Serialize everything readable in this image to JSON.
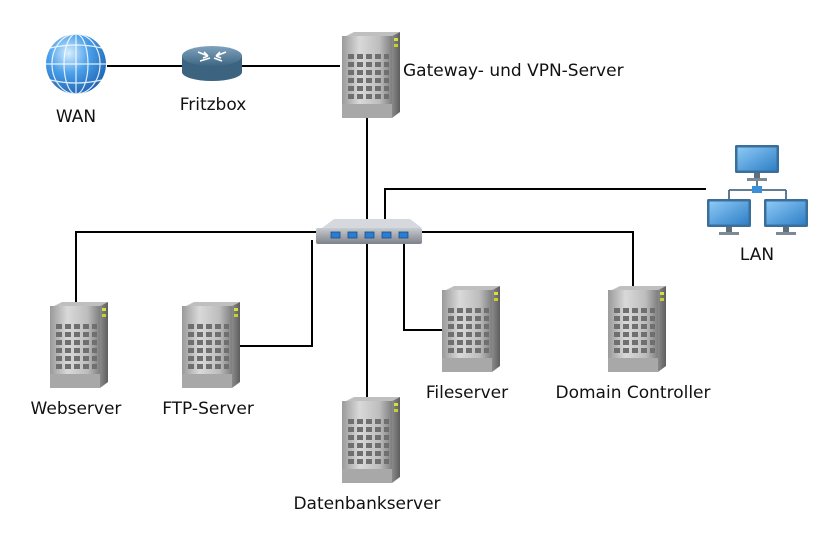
{
  "colors": {
    "line": "#000000",
    "label": "#111111",
    "server_dark": "#8c8c8c",
    "server_light": "#e4e4e4",
    "server_led": "#d6e03a",
    "globe_blue": "#2f86d8",
    "router_blue": "#4f7a96",
    "monitor_blue": "#3a8fd6"
  },
  "icons": {
    "wan": "globe-icon",
    "fritzbox": "router-icon",
    "switch": "network-switch-icon",
    "lan": "lan-computers-icon",
    "server": "server-tower-icon"
  },
  "nodes": {
    "wan": {
      "label": "WAN"
    },
    "fritzbox": {
      "label": "Fritzbox"
    },
    "gateway": {
      "label": "Gateway- und VPN-Server"
    },
    "lan": {
      "label": "LAN"
    },
    "webserver": {
      "label": "Webserver"
    },
    "ftp": {
      "label": "FTP-Server"
    },
    "datenbank": {
      "label": "Datenbankserver"
    },
    "fileserver": {
      "label": "Fileserver"
    },
    "domain": {
      "label": "Domain Controller"
    }
  }
}
